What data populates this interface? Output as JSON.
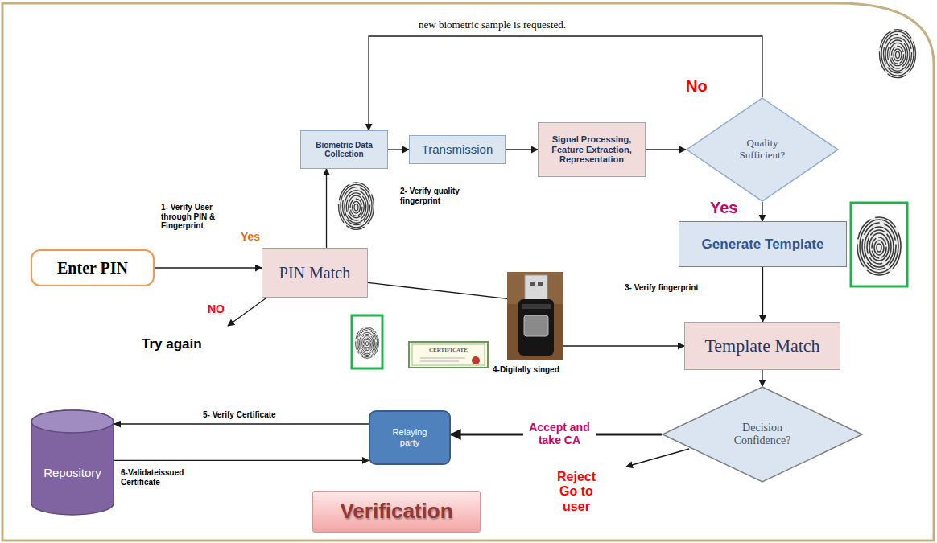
{
  "diagram": {
    "nodes": [
      {
        "text": [
          "Biometric Data Collection"
        ]
      },
      {
        "text": [
          "Transmission"
        ]
      },
      {
        "text": [
          "Signal Processing, Feature Extraction, Representation"
        ]
      },
      {
        "text": [
          "Quality Sufficient?"
        ]
      },
      {
        "text": [
          "Generate Template"
        ]
      },
      {
        "text": [
          "Enter PIN"
        ]
      },
      {
        "text": [
          "PIN Match"
        ]
      },
      {
        "text": [
          "Template Match"
        ]
      },
      {
        "text": [
          "Decision Confidence?"
        ]
      },
      {
        "text": [
          "Repository"
        ]
      },
      {
        "text": [
          "Relaying party"
        ]
      },
      {
        "text": [
          "Verification"
        ]
      }
    ],
    "edges": [
      {
        "from": 5,
        "to": 6,
        "arrow": "to",
        "label": "1- Verify User through PIN & Fingerprint"
      },
      {
        "from": 6,
        "to": 0,
        "arrow": "to"
      },
      {
        "from": 0,
        "to": 1,
        "arrow": "to"
      },
      {
        "from": 1,
        "to": 2,
        "arrow": "to"
      },
      {
        "from": 2,
        "to": 3,
        "arrow": "to"
      },
      {
        "from": 3,
        "to": 0,
        "arrow": "to",
        "label": "new biometric sample is requested."
      },
      {
        "from": 3,
        "to": 4,
        "arrow": "to"
      },
      {
        "from": 4,
        "to": 7,
        "arrow": "to"
      },
      {
        "from": 6,
        "to": 7,
        "arrow": "to"
      },
      {
        "from": 7,
        "to": 8,
        "arrow": "to"
      },
      {
        "from": 8,
        "to": 10,
        "arrow": "to",
        "label": "Accept and take CA"
      },
      {
        "from": 10,
        "to": 9,
        "arrow": "to",
        "label": "5- Verify Certificate"
      },
      {
        "from": 9,
        "to": 10,
        "arrow": "to",
        "label": "6-Validateissued Certificate"
      }
    ],
    "labels": [
      "Yes",
      "2- Verify quality fingerprint",
      "No",
      "Yes",
      "3- Verify fingerprint",
      "NO",
      "Try again",
      "4-Digitally singed",
      "Reject Go to user",
      "CERTIFICATE"
    ]
  }
}
